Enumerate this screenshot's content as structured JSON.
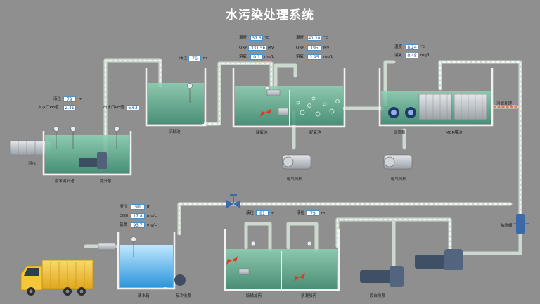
{
  "title": "水污染处理系统",
  "colors": {
    "background": "#8f8f8f",
    "pipe": "#dfe8e0",
    "water_green": "#5fae93",
    "water_blue": "#4fb4e8",
    "tank_wall": "#f2f2f2",
    "truck": "#f2c230",
    "value_border": "#4a90c8"
  },
  "left_tank": {
    "level_label": "液位",
    "level_value": "79",
    "level_unit": "m",
    "inlet_ph_label": "入水口PH值",
    "inlet_ph_value": "2.41",
    "outlet_ph_label": "出水口PH值",
    "outlet_ph_value": "6.63",
    "sewage_label": "污水",
    "tank_label": "原水调节池",
    "pump_label": "提升泵"
  },
  "sediment_tank": {
    "level_label": "液位",
    "level_value": "76",
    "level_unit": "m",
    "tank_label": "沉砂池"
  },
  "anoxic": {
    "temp_label": "温度",
    "temp_value": "37.6",
    "temp_unit": "°C",
    "orp_label": "ORP",
    "orp_value": "-331.56",
    "orp_unit": "MV",
    "do_label": "溶氧",
    "do_value": "0.1",
    "do_unit": "mg/L",
    "tank_label": "缺氧池"
  },
  "aerobic": {
    "temp_label": "温度",
    "temp_value": "41.28",
    "temp_unit": "°C",
    "orp_label": "ORP",
    "orp_value": "195",
    "orp_unit": "MV",
    "do_label": "溶氧",
    "do_value": "2.95",
    "do_unit": "mg/L",
    "tank_label": "好氧池"
  },
  "mbr": {
    "temp_label": "温度",
    "temp_value": "8.24",
    "temp_unit": "°C",
    "do_label": "溶氧",
    "do_value": "0.48",
    "do_unit": "mg/L",
    "return_label": "回流泵",
    "mbr_label": "MBR膜池",
    "sludge_label": "污泥处理"
  },
  "blowers": {
    "left_label": "曝气风机",
    "right_label": "曝气风机"
  },
  "bottom": {
    "level_label": "液位",
    "level_value": "90",
    "level_unit": "m",
    "cod_label": "COD",
    "cod_value": "17.8",
    "cod_unit": "mg/L",
    "nh_label": "氨氮",
    "nh_value": "93.7",
    "nh_unit": "mg/L",
    "clear_tank_label": "清水箱",
    "backwash_label": "反冲洗泵",
    "dosing1_level_label": "液位",
    "dosing1_level_value": "81",
    "dosing1_level_unit": "m",
    "dosing2_level_label": "液位",
    "dosing2_level_value": "79",
    "dosing2_level_unit": "m",
    "dosing1_label": "除磷加药",
    "dosing2_label": "絮凝加药",
    "pump_label": "膜自吸泵",
    "valve_label": "抽洗阀"
  }
}
